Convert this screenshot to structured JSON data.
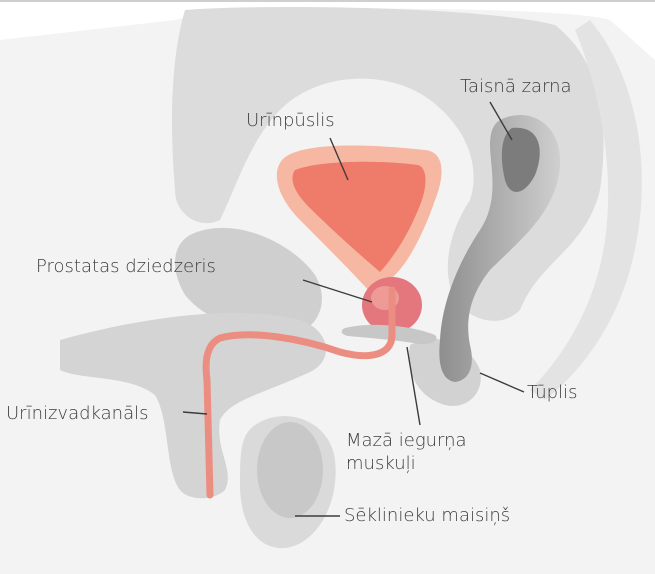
{
  "labels": {
    "bladder": "Urīnpūslis",
    "rectum": "Taisnā zarna",
    "prostate": "Prostatas dziedzeris",
    "urethra": "Urīnizvadkanāls",
    "anus": "Tūplis",
    "pelvic_floor_line1": "Mazā iegurņa",
    "pelvic_floor_line2": "muskuļi",
    "scrotum": "Sēklinieku maisiņš"
  },
  "colors": {
    "tissue_light": "#eeeeee",
    "tissue_mid": "#dedede",
    "tissue_dark": "#c9c9c9",
    "bladder_fill": "#ef7b6a",
    "bladder_wall": "#f6b8a3",
    "prostate": "#e4777d",
    "urethra": "#ec8d82",
    "leader": "#3c3c3c"
  }
}
